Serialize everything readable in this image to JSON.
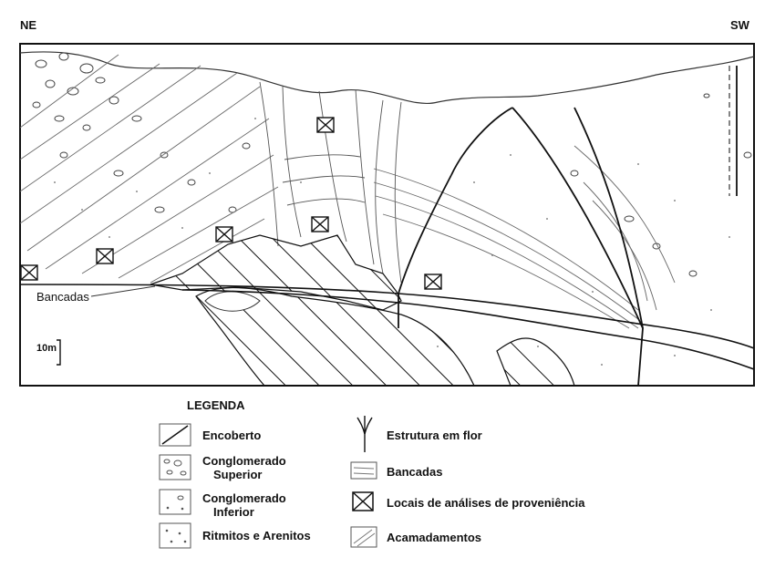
{
  "orientation": {
    "left": "NE",
    "right": "SW"
  },
  "section_labels": {
    "bancadas": "Bancadas",
    "scale": "10m"
  },
  "legend": {
    "title": "LEGENDA",
    "items": [
      {
        "key": "encoberto",
        "label": "Encoberto"
      },
      {
        "key": "cong_sup",
        "label": "Conglomerado",
        "label2": "Superior"
      },
      {
        "key": "cong_inf",
        "label": "Conglomerado",
        "label2": "Inferior"
      },
      {
        "key": "ritmitos",
        "label": "Ritmitos e Arenitos"
      },
      {
        "key": "flor",
        "label": "Estrutura em flor"
      },
      {
        "key": "bancadas",
        "label": "Bancadas"
      },
      {
        "key": "locais",
        "label": "Locais de análises de proveniência"
      },
      {
        "key": "acamadamentos",
        "label": "Acamadamentos"
      }
    ]
  },
  "colors": {
    "line": "#111111",
    "thin": "#555555",
    "background": "#ffffff"
  }
}
